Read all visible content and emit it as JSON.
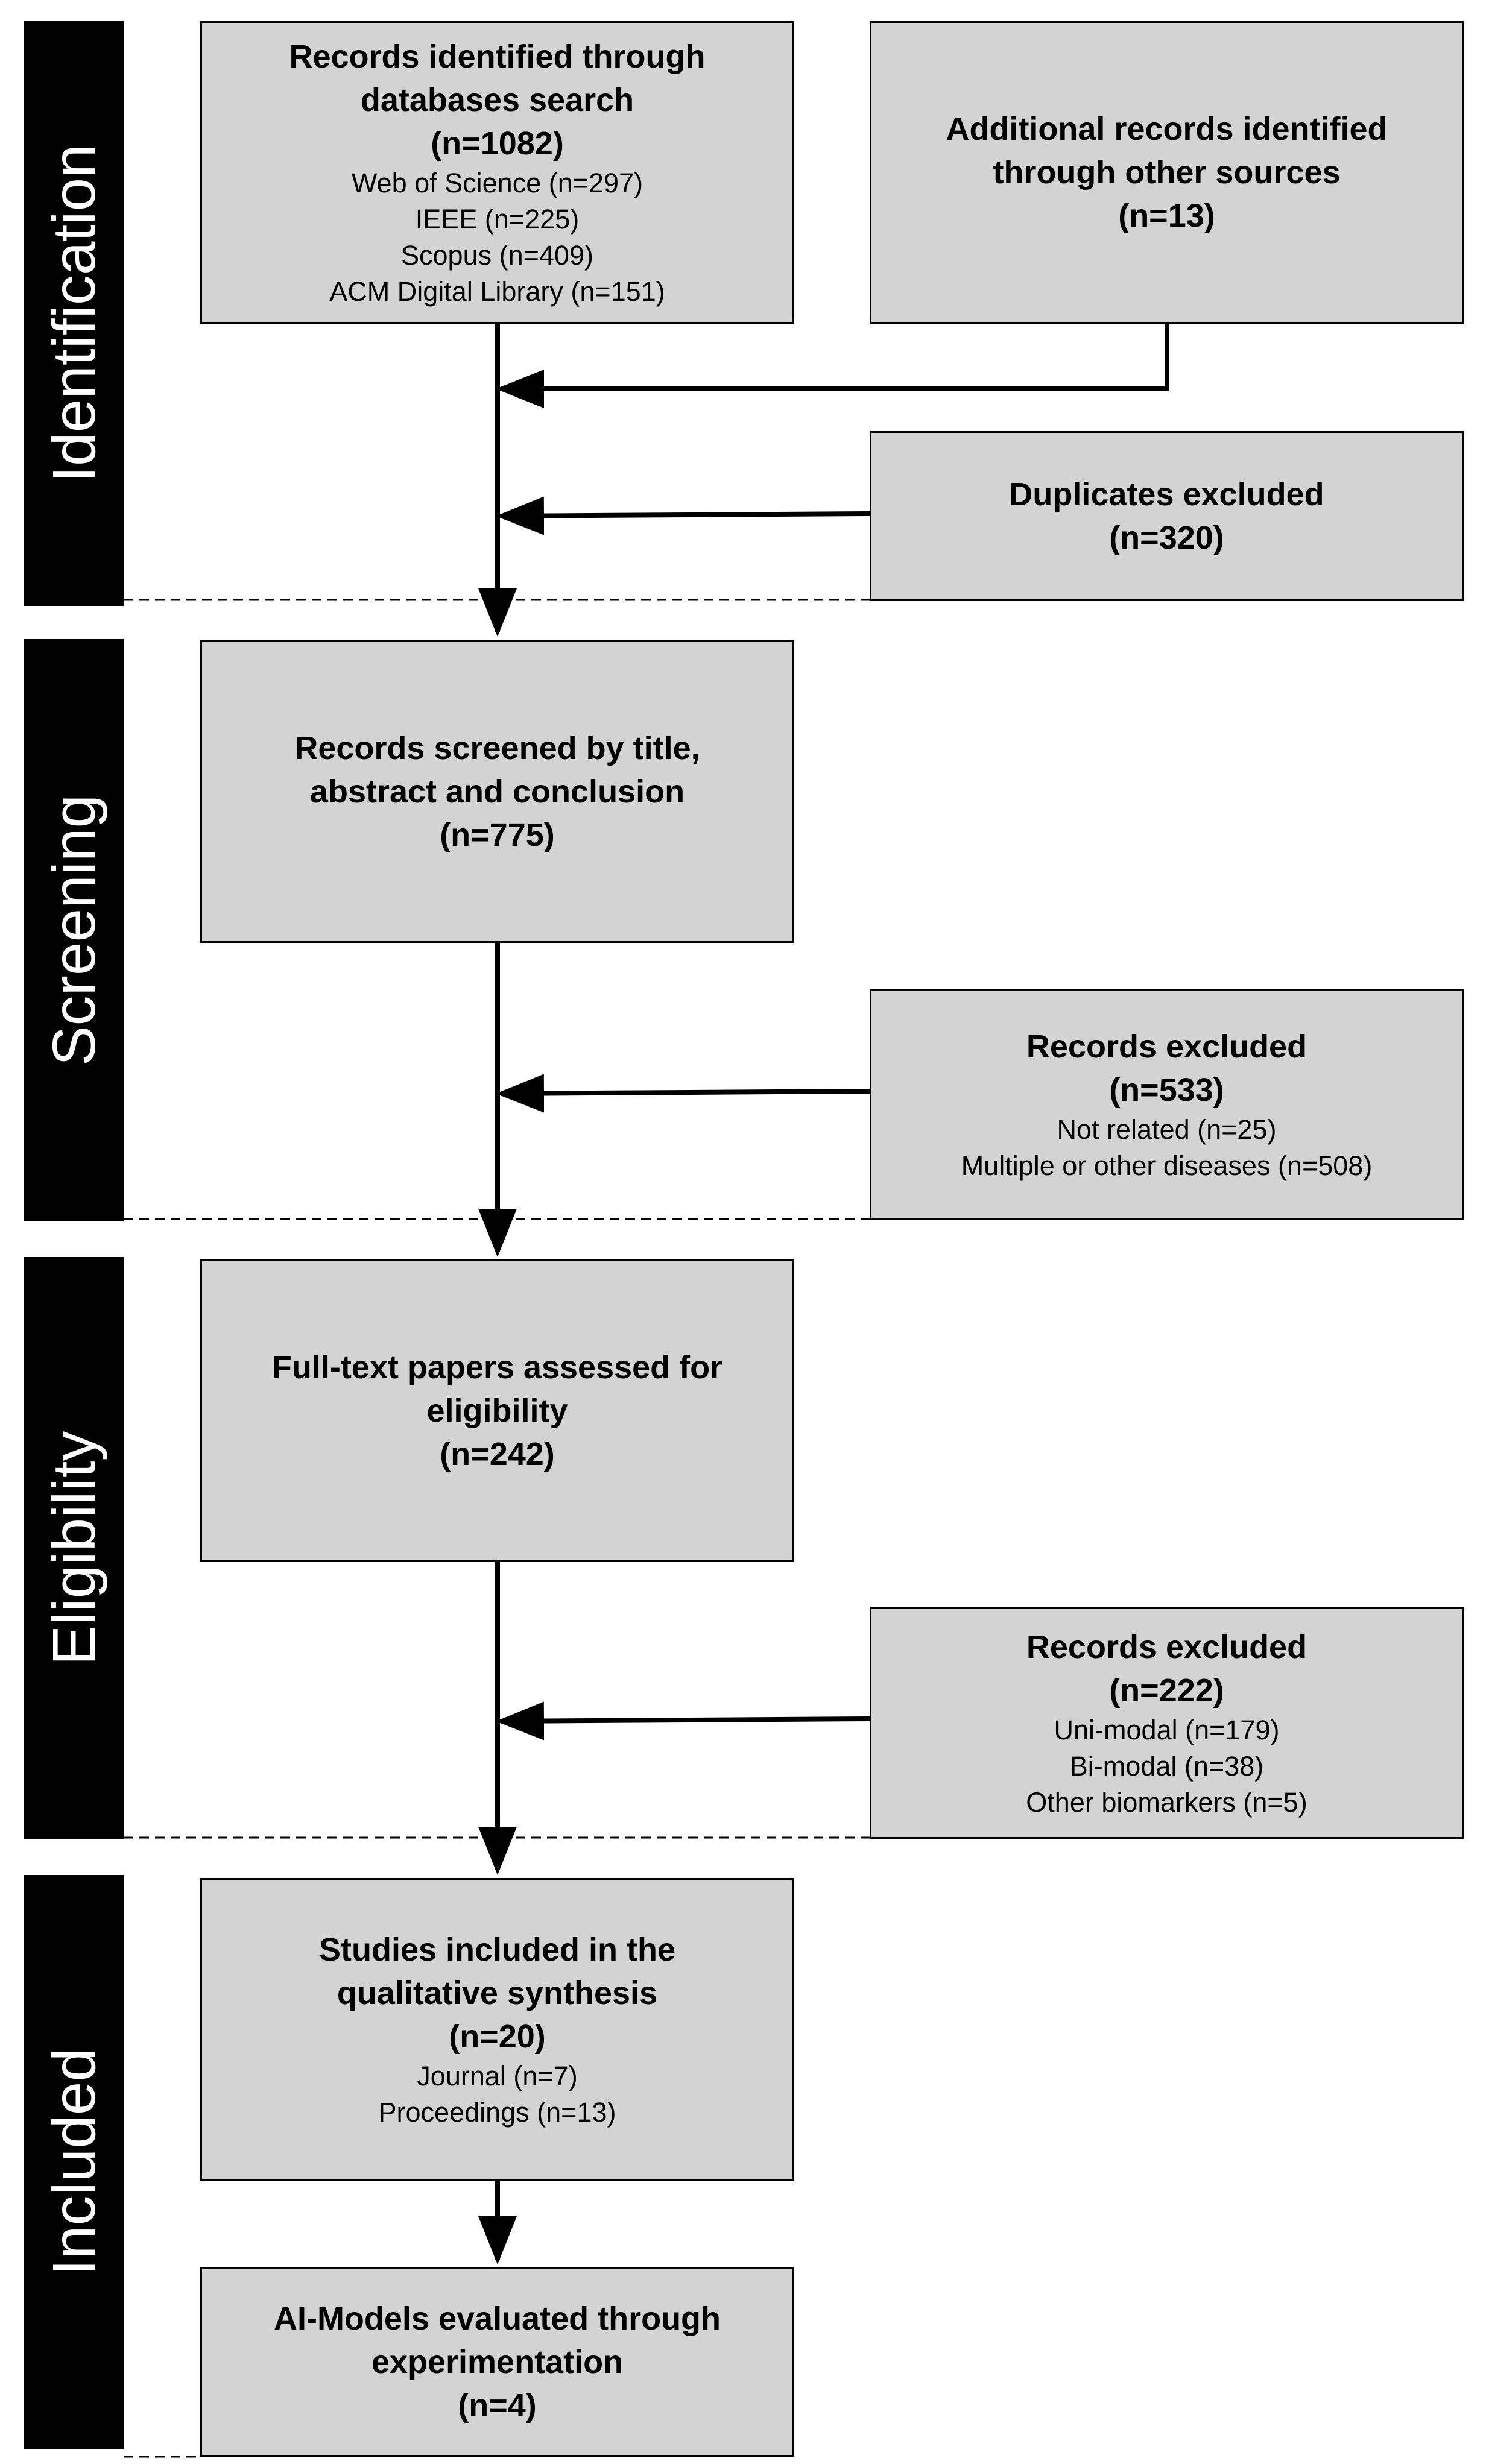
{
  "colors": {
    "phase_bg": "#000000",
    "phase_text": "#ffffff",
    "box_fill": "#d3d3d3",
    "line": "#000000"
  },
  "phases": {
    "identification": "Identification",
    "screening": "Screening",
    "eligibility": "Eligibility",
    "included": "Included"
  },
  "boxes": {
    "db_search": {
      "title1": "Records identified through",
      "title2": "databases search",
      "count": "(n=1082)",
      "details": [
        "Web of Science (n=297)",
        "IEEE (n=225)",
        "Scopus (n=409)",
        "ACM Digital Library (n=151)"
      ]
    },
    "other_sources": {
      "title1": "Additional records identified",
      "title2": "through other sources",
      "count": "(n=13)"
    },
    "duplicates": {
      "title1": "Duplicates excluded",
      "count": "(n=320)"
    },
    "screened": {
      "title1": "Records screened by title,",
      "title2": "abstract and conclusion",
      "count": "(n=775)"
    },
    "excluded_screening": {
      "title1": "Records excluded",
      "count": "(n=533)",
      "details": [
        "Not related (n=25)",
        "Multiple or other diseases (n=508)"
      ]
    },
    "fulltext": {
      "title1": "Full-text papers assessed for",
      "title2": "eligibility",
      "count": "(n=242)"
    },
    "excluded_eligibility": {
      "title1": "Records excluded",
      "count": "(n=222)",
      "details": [
        "Uni-modal (n=179)",
        "Bi-modal (n=38)",
        "Other biomarkers (n=5)"
      ]
    },
    "included_studies": {
      "title1": "Studies included in the",
      "title2": "qualitative synthesis",
      "count": "(n=20)",
      "details": [
        "Journal (n=7)",
        "Proceedings (n=13)"
      ]
    },
    "ai_models": {
      "title1": "AI-Models evaluated through",
      "title2": "experimentation",
      "count": "(n=4)"
    }
  }
}
